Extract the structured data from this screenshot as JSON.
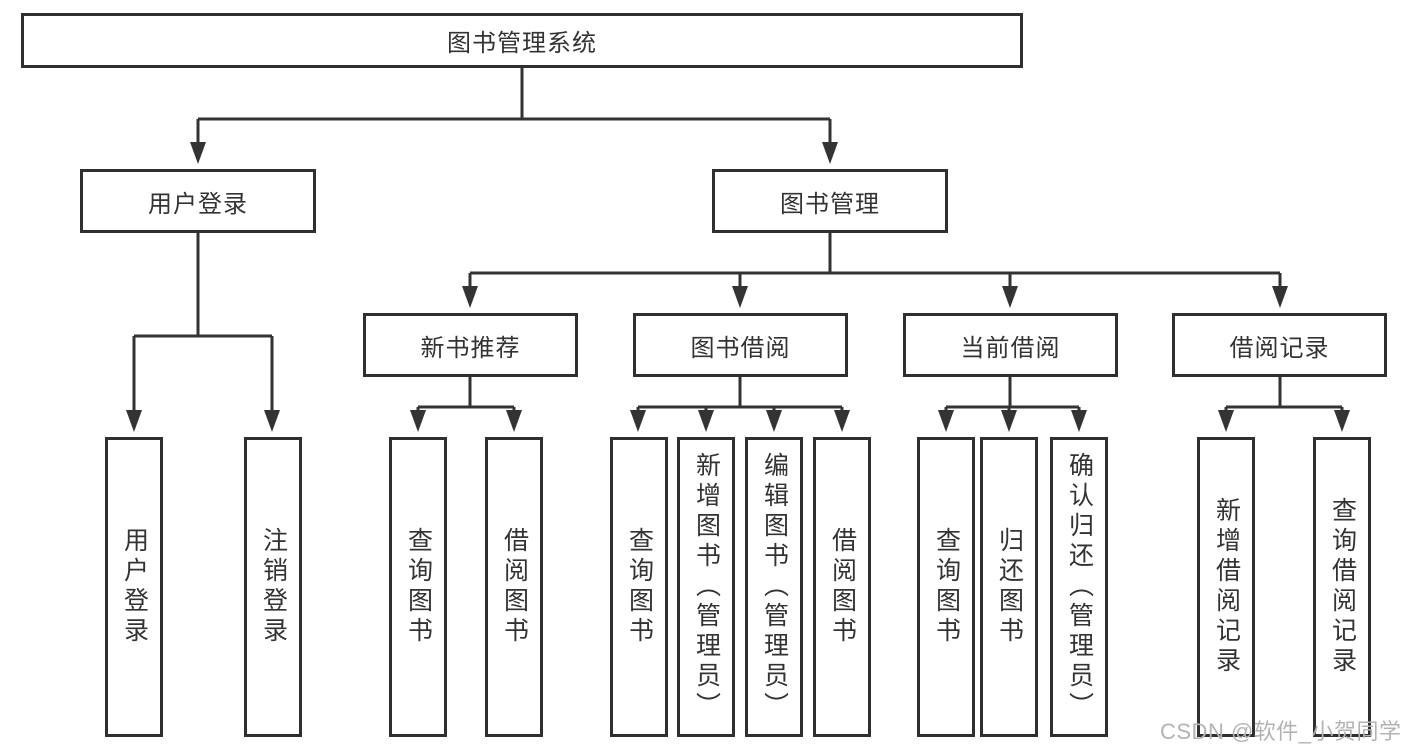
{
  "diagram": {
    "root": {
      "label": "图书管理系统"
    },
    "branches": [
      {
        "label": "用户登录",
        "children": [
          "用户登录",
          "注销登录"
        ]
      },
      {
        "label": "图书管理",
        "groups": [
          {
            "label": "新书推荐",
            "children": [
              "查询图书",
              "借阅图书"
            ]
          },
          {
            "label": "图书借阅",
            "children": [
              "查询图书",
              "新增图书（管理员）",
              "编辑图书（管理员）",
              "借阅图书"
            ]
          },
          {
            "label": "当前借阅",
            "children": [
              "查询图书",
              "归还图书",
              "确认归还（管理员）"
            ]
          },
          {
            "label": "借阅记录",
            "children": [
              "新增借阅记录",
              "查询借阅记录"
            ]
          }
        ]
      }
    ]
  },
  "watermark": {
    "text": "CSDN @软件_小贺同学"
  },
  "colors": {
    "line": "#333333",
    "border": "#2f2f2f",
    "text": "#333333",
    "watermark": "#b3b3b3",
    "background": "#ffffff"
  }
}
